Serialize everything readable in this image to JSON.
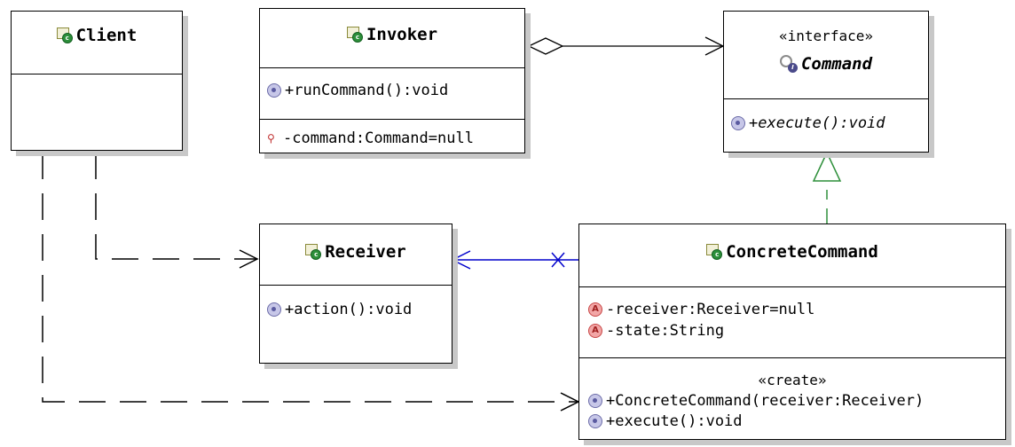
{
  "classes": {
    "client": {
      "name": "Client"
    },
    "invoker": {
      "name": "Invoker",
      "operations": [
        "+runCommand():void"
      ],
      "attributes": [
        "-command:Command=null"
      ]
    },
    "command": {
      "stereotype": "«interface»",
      "name": "Command",
      "operations": [
        "+execute():void"
      ]
    },
    "receiver": {
      "name": "Receiver",
      "operations": [
        "+action():void"
      ]
    },
    "concrete_command": {
      "name": "ConcreteCommand",
      "attributes": [
        "-receiver:Receiver=null",
        "-state:String"
      ],
      "stereotype_create": "«create»",
      "operations": [
        "+ConcreteCommand(receiver:Receiver)",
        "+execute():void"
      ]
    }
  },
  "icons": {
    "class": "class-icon",
    "interface": "interface-icon",
    "operation": "public-operation-icon",
    "attribute": "private-attribute-icon"
  },
  "colors": {
    "association": "#0000cc",
    "realization": "#2d8f3a",
    "dependency": "#000000"
  }
}
